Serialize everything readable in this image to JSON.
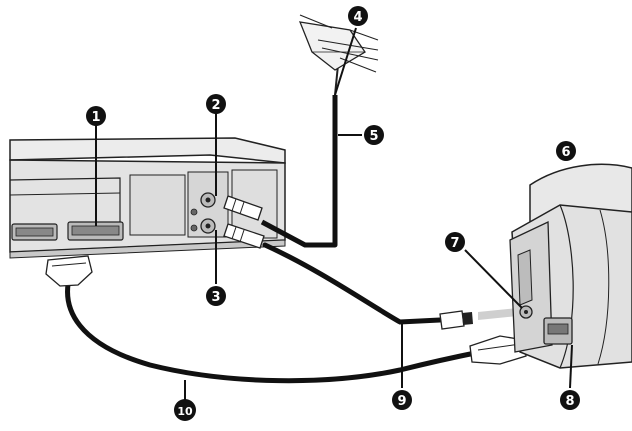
{
  "diagram": {
    "callouts": [
      {
        "id": "c1",
        "number": "1"
      },
      {
        "id": "c2",
        "number": "2"
      },
      {
        "id": "c3",
        "number": "3"
      },
      {
        "id": "c4",
        "number": "4"
      },
      {
        "id": "c5",
        "number": "5"
      },
      {
        "id": "c6",
        "number": "6"
      },
      {
        "id": "c7",
        "number": "7"
      },
      {
        "id": "c8",
        "number": "8"
      },
      {
        "id": "c9",
        "number": "9"
      },
      {
        "id": "c10",
        "number": "10"
      }
    ],
    "colors": {
      "outline": "#222222",
      "device_fill": "#e6e6e6",
      "device_shade": "#cfcfcf",
      "cable": "#111111",
      "callout_fill": "#111111",
      "callout_text": "#ffffff"
    }
  }
}
